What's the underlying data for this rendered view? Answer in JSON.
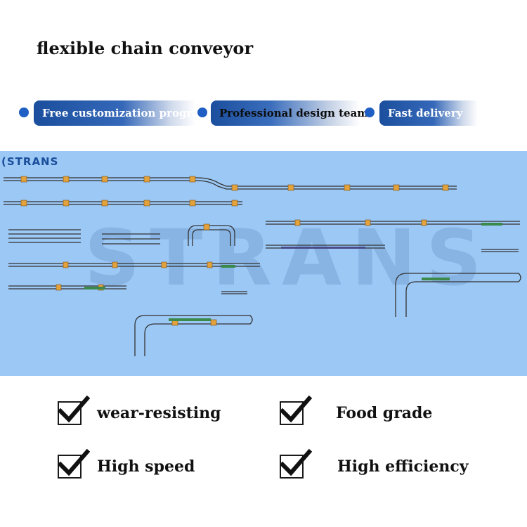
{
  "title": "flexible chain conveyor",
  "features": [
    {
      "label": "Free customization program"
    },
    {
      "label": "Professional design team"
    },
    {
      "label": "Fast delivery"
    }
  ],
  "panel": {
    "brand": "STRANS",
    "watermark": "STRANS",
    "background_color": "#9cc8f5"
  },
  "benefits": [
    {
      "label": "wear-resisting",
      "icon": "checkmark-icon"
    },
    {
      "label": "Food grade",
      "icon": "checkmark-icon"
    },
    {
      "label": "High speed",
      "icon": "checkmark-icon"
    },
    {
      "label": "High efficiency",
      "icon": "checkmark-icon"
    }
  ],
  "colors": {
    "accent_blue": "#1f5fc4",
    "pill_blue": "#1b4f9e",
    "text": "#111111"
  }
}
